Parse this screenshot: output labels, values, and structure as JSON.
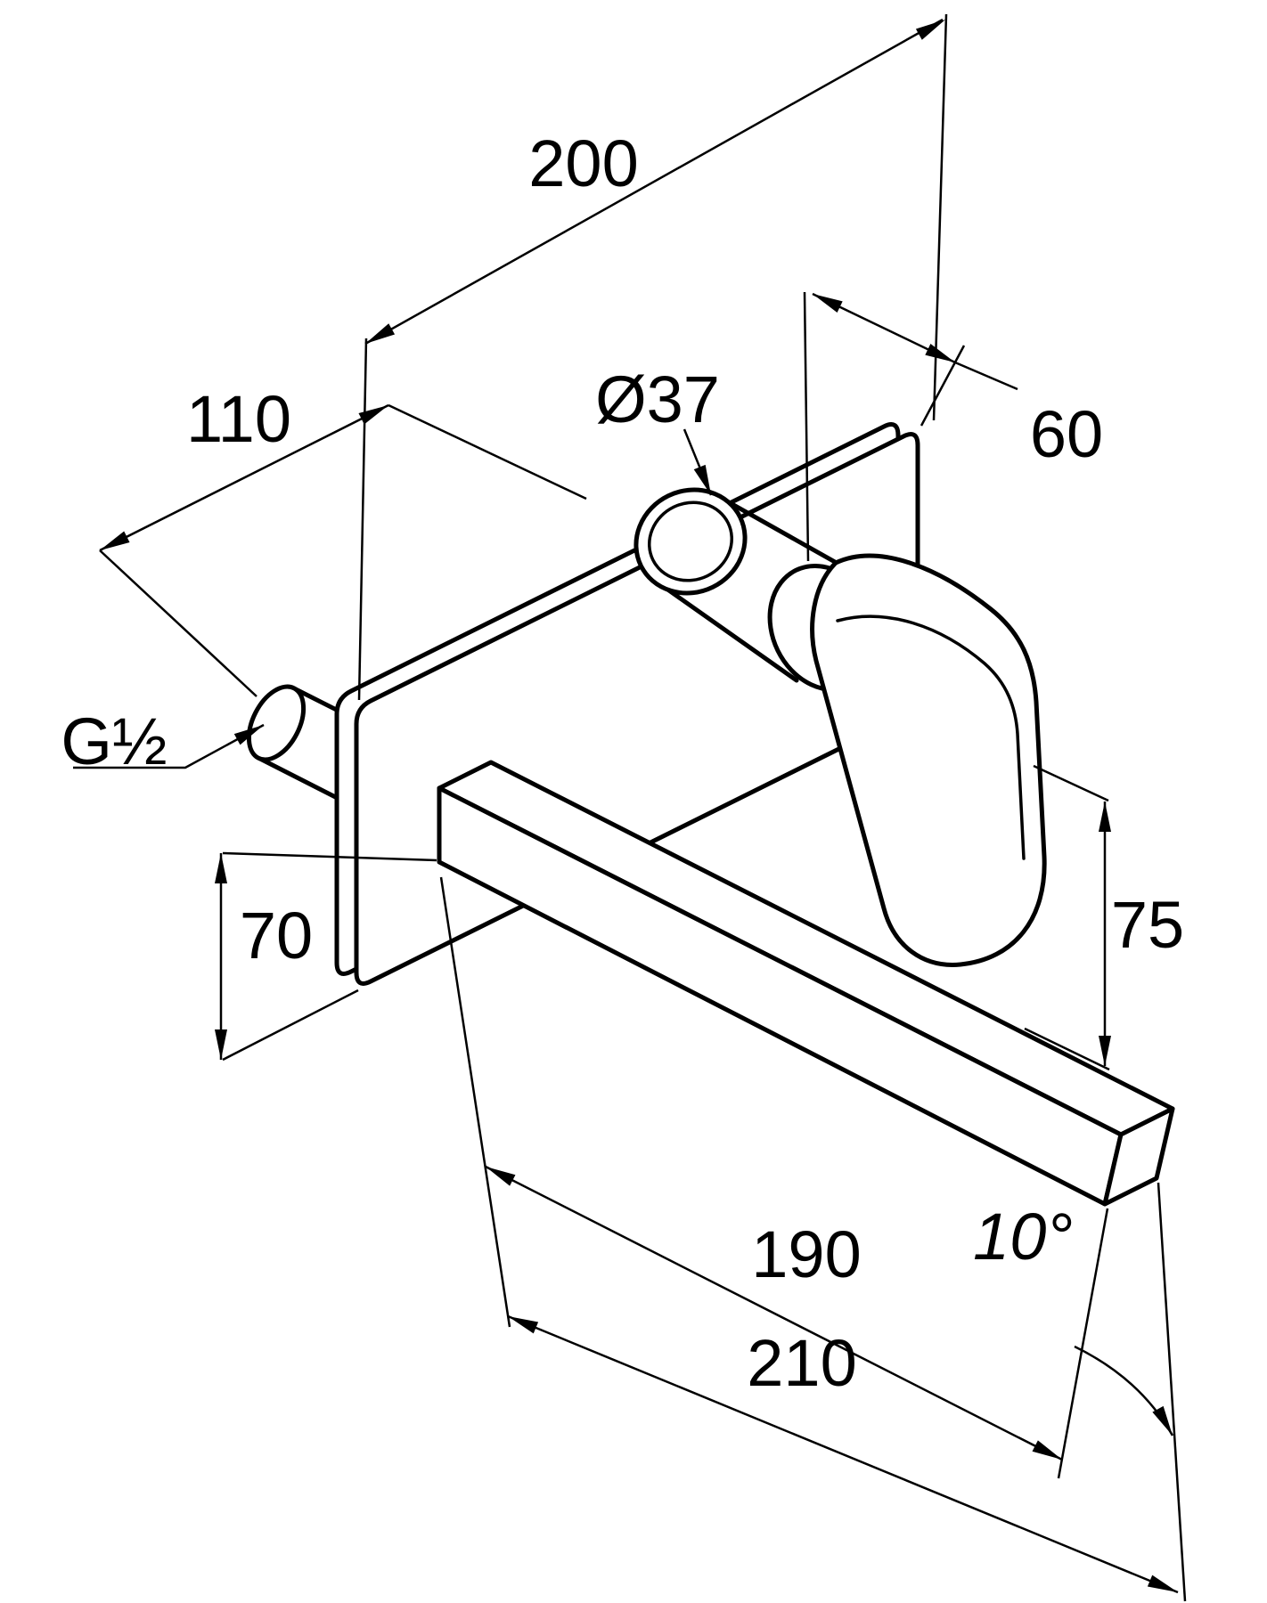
{
  "drawing": {
    "type": "technical-dimension-drawing",
    "line_color": "#000000",
    "background_color": "#ffffff"
  },
  "labels": {
    "dim_200": "200",
    "dim_110": "110",
    "dim_diameter_37": "Ø37",
    "dim_60": "60",
    "thread_size": "G½",
    "dim_70": "70",
    "dim_75": "75",
    "dim_190": "190",
    "angle_10": "10°",
    "dim_210": "210"
  }
}
